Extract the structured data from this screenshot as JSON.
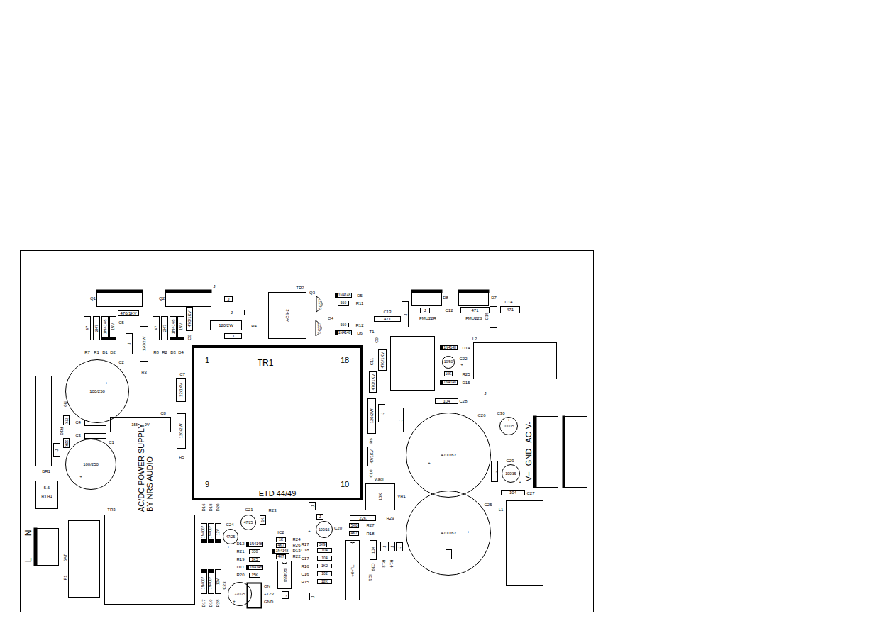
{
  "diagram": {
    "nodes": [
      {
        "text": [
          "470/1KV"
        ]
      },
      {
        "text": [
          "47"
        ]
      },
      {
        "text": [
          "2K7"
        ]
      },
      {
        "text": [
          "1N4148"
        ]
      },
      {
        "text": [
          "15V"
        ]
      },
      {
        "text": [
          "J"
        ]
      },
      {
        "text": [
          "120/2W"
        ]
      },
      {
        "text": [
          "47"
        ]
      },
      {
        "text": [
          "2K7"
        ]
      },
      {
        "text": [
          "1N4148"
        ]
      },
      {
        "text": [
          "15V"
        ]
      },
      {
        "text": [
          "470/1KV"
        ]
      },
      {
        "text": [
          "J"
        ]
      },
      {
        "text": [
          "J"
        ]
      },
      {
        "text": [
          "120/2W"
        ]
      },
      {
        "text": [
          "J"
        ]
      },
      {
        "text": [
          "ACS-2"
        ]
      },
      {
        "text": [
          "1N4148"
        ]
      },
      {
        "text": [
          "560"
        ]
      },
      {
        "text": [
          "560"
        ]
      },
      {
        "text": [
          "1N4148"
        ]
      },
      {
        "text": [
          "471"
        ]
      },
      {
        "text": [
          "J"
        ]
      },
      {
        "text": [
          "J"
        ]
      },
      {
        "text": [
          "471"
        ]
      },
      {
        "text": [
          "471"
        ]
      },
      {
        "text": [
          "470/1KV"
        ]
      },
      {
        "text": [
          "470/1KV"
        ]
      },
      {
        "text": [
          "1N4148"
        ]
      },
      {
        "text": [
          "10/50"
        ]
      },
      {
        "text": [
          "10K"
        ]
      },
      {
        "text": [
          "1N4148"
        ]
      },
      {
        "text": [
          "104"
        ]
      },
      {
        "text": [
          "120/2W"
        ]
      },
      {
        "text": [
          "J"
        ]
      },
      {
        "text": [
          "J"
        ]
      },
      {
        "text": [
          "4700/63"
        ]
      },
      {
        "text": [
          "100/35"
        ]
      },
      {
        "text": [
          "100/35"
        ]
      },
      {
        "text": [
          "104"
        ]
      },
      {
        "text": [
          "J"
        ]
      },
      {
        "text": [
          "47/1KV"
        ]
      },
      {
        "text": [
          "10K"
        ]
      },
      {
        "text": [
          "22K"
        ]
      },
      {
        "text": [
          "5K6"
        ]
      },
      {
        "text": [
          "4K7"
        ]
      },
      {
        "text": [
          "TL494"
        ]
      },
      {
        "text": [
          "104"
        ]
      },
      {
        "text": [
          "J"
        ]
      },
      {
        "text": [
          "J"
        ]
      },
      {
        "text": [
          "J"
        ]
      },
      {
        "text": [
          "4700/63"
        ]
      },
      {
        "text": [
          "J"
        ]
      },
      {
        "text": [
          "J"
        ]
      },
      {
        "text": [
          "100/250"
        ]
      },
      {
        "text": [
          "22K"
        ]
      },
      {
        "text": [
          "22K"
        ]
      },
      {
        "text": [
          "100/250"
        ]
      },
      {
        "text": [
          "155/250V"
        ]
      },
      {
        "text": [
          "120/2W"
        ]
      },
      {
        "text": [
          "22/1KV"
        ]
      },
      {
        "text": [
          "5.6",
          "RTH1"
        ]
      },
      {
        "text": [
          "1",
          "TR1",
          "18",
          "9",
          "ETD 44/49",
          "10"
        ]
      },
      {
        "text": [
          "1N4007"
        ]
      },
      {
        "text": [
          "1N4007"
        ]
      },
      {
        "text": [
          "12V"
        ]
      },
      {
        "text": [
          "1N4007"
        ]
      },
      {
        "text": [
          "1N4007"
        ]
      },
      {
        "text": [
          "12V"
        ]
      },
      {
        "text": [
          "47/25"
        ]
      },
      {
        "text": [
          "47/25"
        ]
      },
      {
        "text": [
          "1K"
        ]
      },
      {
        "text": [
          "1N4148"
        ]
      },
      {
        "text": [
          "330"
        ]
      },
      {
        "text": [
          "1K5"
        ]
      },
      {
        "text": [
          "1N4148"
        ]
      },
      {
        "text": [
          "15K"
        ]
      },
      {
        "text": [
          "1K"
        ]
      },
      {
        "text": [
          "4K7"
        ]
      },
      {
        "text": [
          "1N4148"
        ]
      },
      {
        "text": [
          "4K7"
        ]
      },
      {
        "text": [
          "RC4558"
        ]
      },
      {
        "text": [
          "220/25"
        ]
      },
      {
        "text": [
          "J"
        ]
      },
      {
        "text": [
          "J"
        ]
      },
      {
        "text": [
          "100/16"
        ]
      },
      {
        "text": [
          "J"
        ]
      },
      {
        "text": [
          "3K9"
        ]
      },
      {
        "text": [
          "104"
        ]
      },
      {
        "text": [
          "104"
        ]
      },
      {
        "text": [
          "1K2"
        ]
      },
      {
        "text": [
          "102"
        ]
      },
      {
        "text": [
          "12K"
        ]
      }
    ],
    "labels": [
      "Q1",
      "Q2",
      "J",
      "C5",
      "R7",
      "R1",
      "D1",
      "D2",
      "R3",
      "R8",
      "R2",
      "D3",
      "D4",
      "C6",
      "R4",
      "TR2",
      "Q3",
      "BC327",
      "Q4",
      "BC337",
      "D5",
      "R11",
      "R12",
      "D6",
      "C13",
      "D8",
      "FMU22R",
      "D7",
      "C12",
      "FMU22S",
      "C15",
      "C14",
      "T1",
      "C9",
      "C11",
      "D14",
      "C22",
      "+",
      "R25",
      "D15",
      "L2",
      "J",
      "C28",
      "C26",
      "+",
      "C30",
      "+",
      "C29",
      "+",
      "V+",
      "GND",
      "AC",
      "V-",
      "C27",
      "L1",
      "R6",
      "C10",
      "VR1",
      "V.adj",
      "R29",
      "R27",
      "R18",
      "C19",
      "IC1",
      "R13",
      "R14",
      "C25",
      "+",
      "BR1",
      "C2",
      "+",
      "R9",
      "C4",
      "C3",
      "R10",
      "C1",
      "+",
      "C8",
      "R5",
      "C7",
      "AC/DC POWER SUPPLY",
      "BY NRS AUDIO",
      "N",
      "L",
      "5AT",
      "F1",
      "TR3",
      "D16",
      "D18",
      "D20",
      "D17",
      "D19",
      "R28",
      "C21",
      "C24",
      "+",
      "R23",
      "D12",
      "R21",
      "R19",
      "D11",
      "R20",
      "R24",
      "R26",
      "D13",
      "R22",
      "IC2",
      "C23",
      "+",
      "ON",
      "+12V",
      "GND",
      "C20",
      "+",
      "R17",
      "C18",
      "C17",
      "R16",
      "C16",
      "R15"
    ]
  }
}
